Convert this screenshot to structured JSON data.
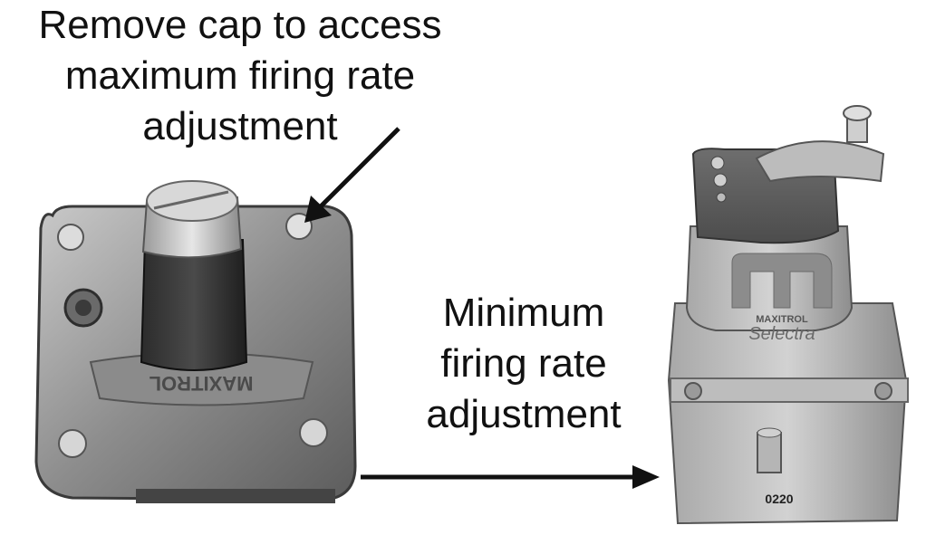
{
  "labels": {
    "cap_callout": [
      "Remove cap to access",
      "maximum firing rate",
      "adjustment"
    ],
    "min_callout": [
      "Minimum",
      "firing rate",
      "adjustment"
    ]
  },
  "product_markings": {
    "regulator_brand": "MAXITROL",
    "valve_brand": "MAXITROL",
    "valve_model": "Selectra",
    "valve_code": "0220"
  },
  "colors": {
    "text": "#111111",
    "arrow": "#111111",
    "metal": "#9a9a9a",
    "dark_metal": "#3a3a3a"
  },
  "icons": {
    "callout_arrow": "arrow-icon"
  }
}
